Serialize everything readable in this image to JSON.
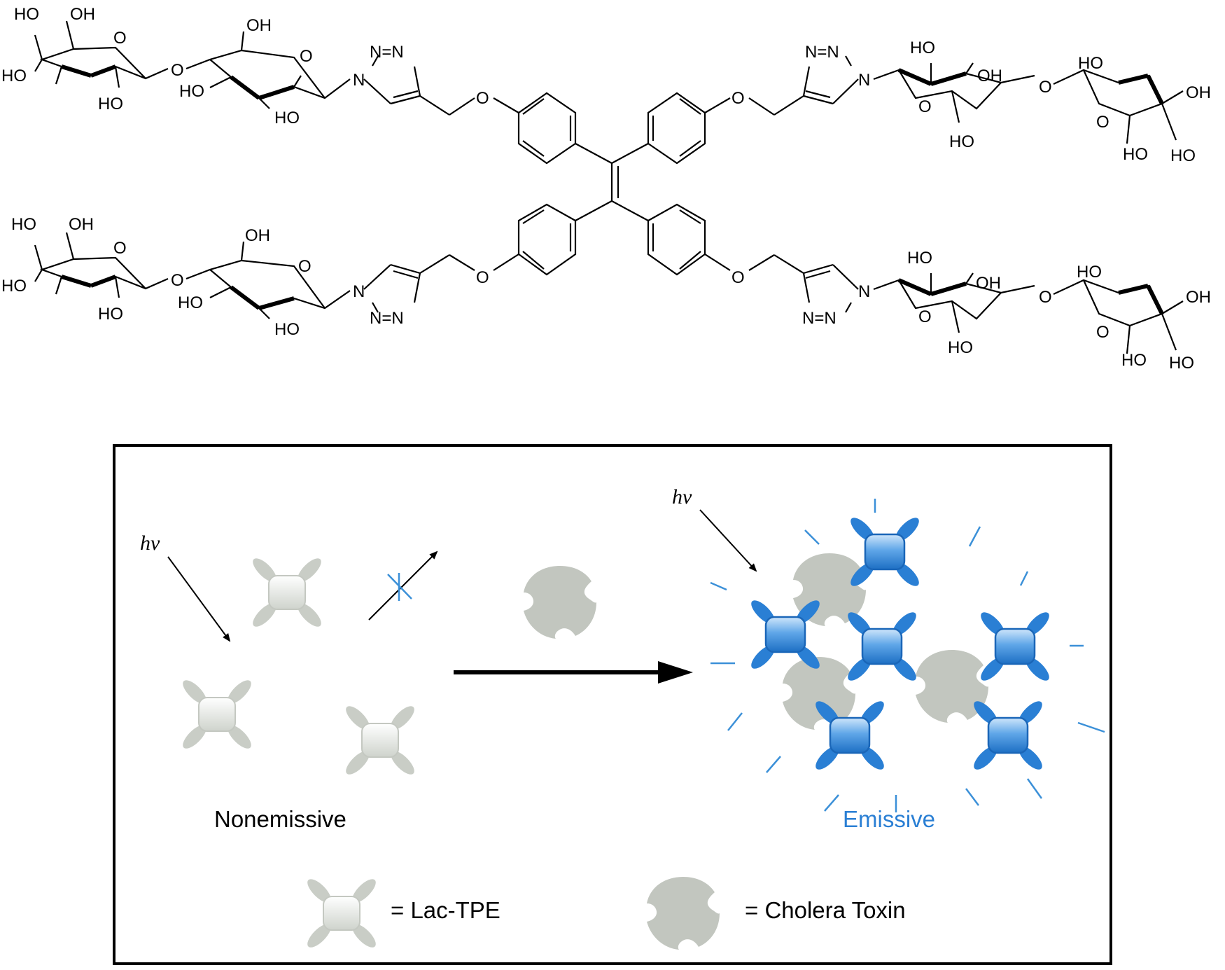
{
  "molecule": {
    "atom_labels": {
      "hydroxyl_left": "HO",
      "hydroxyl_right": "OH",
      "ring_oxygen": "O",
      "ether_oxygen": "O",
      "triazole_n1_right": "N",
      "triazole_n1_left": "N",
      "triazole_nn": "N=N"
    }
  },
  "scheme": {
    "left_excitation_label": "hν",
    "right_excitation_label": "hν",
    "left_state_label": "Nonemissive",
    "right_state_label": "Emissive",
    "legend": [
      {
        "symbol": "lac-tpe",
        "label": "= Lac-TPE"
      },
      {
        "symbol": "cholera-toxin",
        "label": "= Cholera Toxin"
      }
    ]
  },
  "colors": {
    "bond": "#000000",
    "emissive_blue": "#2a7fd4",
    "emission_ray_blue": "#3b90d8",
    "nonemissive_gray": "#c9cdc6",
    "toxin_gray": "#c2c6bf",
    "frame": "#000000"
  }
}
